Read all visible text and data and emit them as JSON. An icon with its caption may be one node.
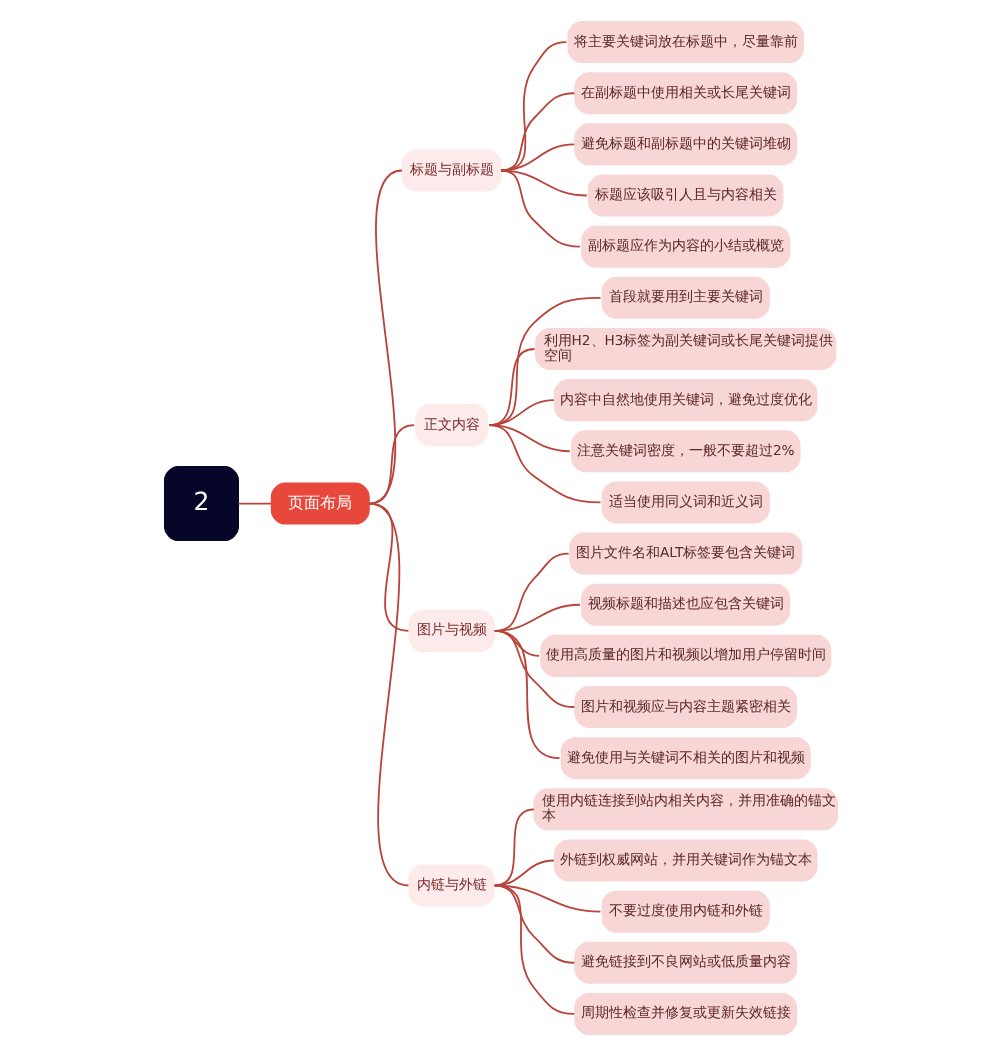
{
  "diagram": {
    "nodes": [
      {
        "text": [
          "2"
        ]
      },
      {
        "text": [
          "页面布局"
        ]
      },
      {
        "text": [
          "标题与副标题"
        ]
      },
      {
        "text": [
          "将主要关键词放在标题中，尽量靠前"
        ]
      },
      {
        "text": [
          "在副标题中使用相关或长尾关键词"
        ]
      },
      {
        "text": [
          "避免标题和副标题中的关键词堆砌"
        ]
      },
      {
        "text": [
          "标题应该吸引人且与内容相关"
        ]
      },
      {
        "text": [
          "副标题应作为内容的小结或概览"
        ]
      },
      {
        "text": [
          "正文内容"
        ]
      },
      {
        "text": [
          "首段就要用到主要关键词"
        ]
      },
      {
        "text": [
          "利用H2、H3标签为副关键词或长尾关键词提供空间"
        ]
      },
      {
        "text": [
          "内容中自然地使用关键词，避免过度优化"
        ]
      },
      {
        "text": [
          "注意关键词密度，一般不要超过2%"
        ]
      },
      {
        "text": [
          "适当使用同义词和近义词"
        ]
      },
      {
        "text": [
          "图片与视频"
        ]
      },
      {
        "text": [
          "图片文件名和ALT标签要包含关键词"
        ]
      },
      {
        "text": [
          "视频标题和描述也应包含关键词"
        ]
      },
      {
        "text": [
          "使用高质量的图片和视频以增加用户停留时间"
        ]
      },
      {
        "text": [
          "图片和视频应与内容主题紧密相关"
        ]
      },
      {
        "text": [
          "避免使用与关键词不相关的图片和视频"
        ]
      },
      {
        "text": [
          "内链与外链"
        ]
      },
      {
        "text": [
          "使用内链连接到站内相关内容，并用准确的锚文本"
        ]
      },
      {
        "text": [
          "外链到权威网站，并用关键词作为锚文本"
        ]
      },
      {
        "text": [
          "不要过度使用内链和外链"
        ]
      },
      {
        "text": [
          "避免链接到不良网站或低质量内容"
        ]
      },
      {
        "text": [
          "周期性检查并修复或更新失效链接"
        ]
      }
    ],
    "edges": [
      {
        "from": 0,
        "to": 1,
        "arrow": "none"
      },
      {
        "from": 1,
        "to": 2,
        "arrow": "none"
      },
      {
        "from": 2,
        "to": 3,
        "arrow": "none"
      },
      {
        "from": 2,
        "to": 4,
        "arrow": "none"
      },
      {
        "from": 2,
        "to": 5,
        "arrow": "none"
      },
      {
        "from": 2,
        "to": 6,
        "arrow": "none"
      },
      {
        "from": 2,
        "to": 7,
        "arrow": "none"
      },
      {
        "from": 1,
        "to": 8,
        "arrow": "none"
      },
      {
        "from": 8,
        "to": 9,
        "arrow": "none"
      },
      {
        "from": 8,
        "to": 10,
        "arrow": "none"
      },
      {
        "from": 8,
        "to": 11,
        "arrow": "none"
      },
      {
        "from": 8,
        "to": 12,
        "arrow": "none"
      },
      {
        "from": 8,
        "to": 13,
        "arrow": "none"
      },
      {
        "from": 1,
        "to": 14,
        "arrow": "none"
      },
      {
        "from": 14,
        "to": 15,
        "arrow": "none"
      },
      {
        "from": 14,
        "to": 16,
        "arrow": "none"
      },
      {
        "from": 14,
        "to": 17,
        "arrow": "none"
      },
      {
        "from": 14,
        "to": 18,
        "arrow": "none"
      },
      {
        "from": 14,
        "to": 19,
        "arrow": "none"
      },
      {
        "from": 1,
        "to": 20,
        "arrow": "none"
      },
      {
        "from": 20,
        "to": 21,
        "arrow": "none"
      },
      {
        "from": 20,
        "to": 22,
        "arrow": "none"
      },
      {
        "from": 20,
        "to": 23,
        "arrow": "none"
      },
      {
        "from": 20,
        "to": 24,
        "arrow": "none"
      },
      {
        "from": 20,
        "to": 25,
        "arrow": "none"
      }
    ]
  }
}
